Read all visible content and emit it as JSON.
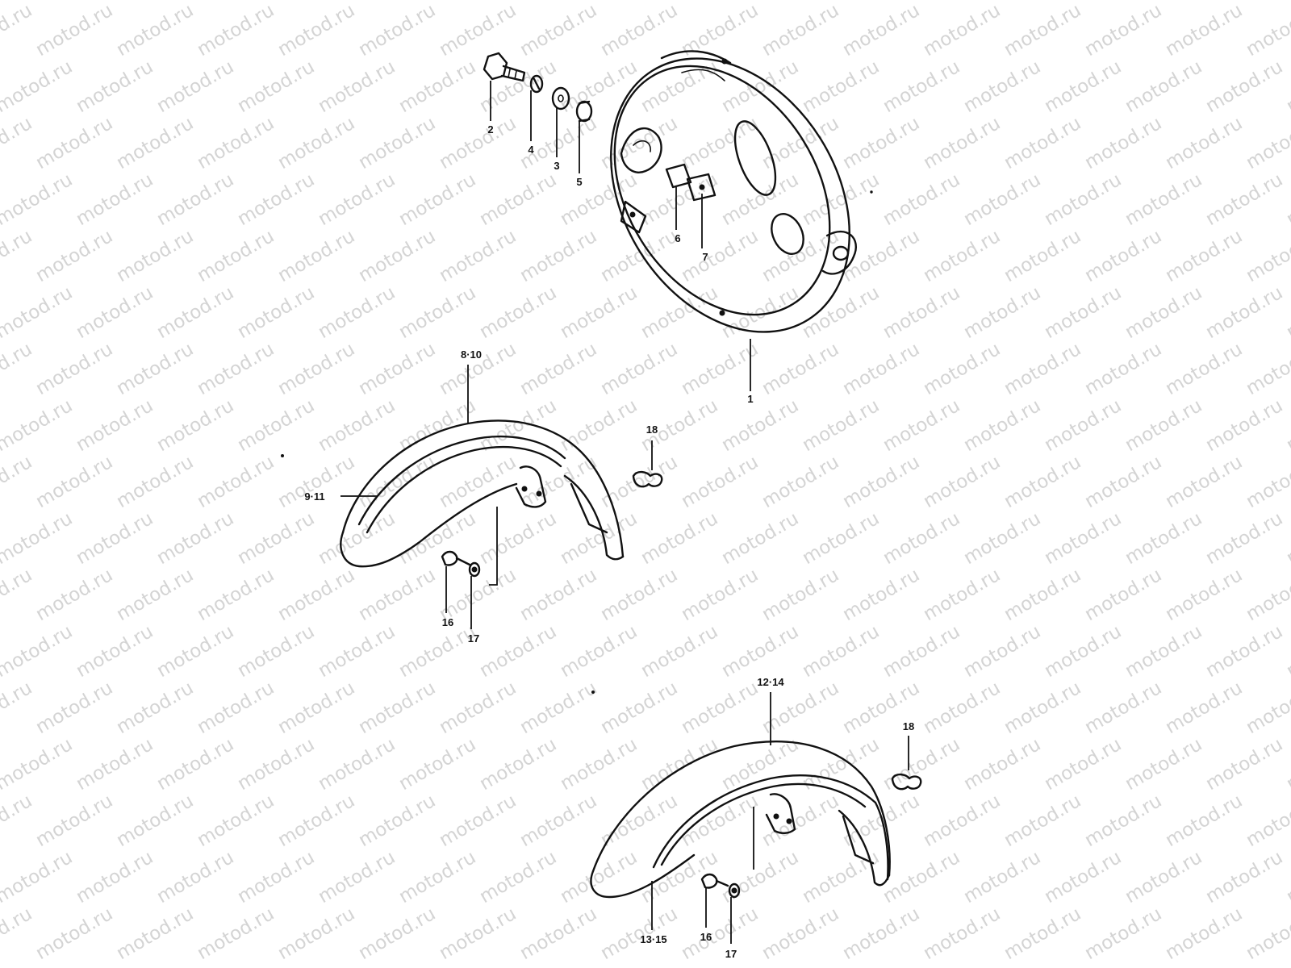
{
  "watermark": {
    "text": "motod.ru"
  },
  "callouts": [
    {
      "id": "c1",
      "label": "1"
    },
    {
      "id": "c2",
      "label": "2"
    },
    {
      "id": "c3",
      "label": "3"
    },
    {
      "id": "c4",
      "label": "4"
    },
    {
      "id": "c5",
      "label": "5"
    },
    {
      "id": "c6",
      "label": "6"
    },
    {
      "id": "c7",
      "label": "7"
    },
    {
      "id": "c8",
      "label": "8·10"
    },
    {
      "id": "c9",
      "label": "9·11"
    },
    {
      "id": "c12",
      "label": "12·14"
    },
    {
      "id": "c13",
      "label": "13·15"
    },
    {
      "id": "c16a",
      "label": "16"
    },
    {
      "id": "c17a",
      "label": "17"
    },
    {
      "id": "c16b",
      "label": "16"
    },
    {
      "id": "c17b",
      "label": "17"
    },
    {
      "id": "c18a",
      "label": "18"
    },
    {
      "id": "c18b",
      "label": "18"
    }
  ]
}
